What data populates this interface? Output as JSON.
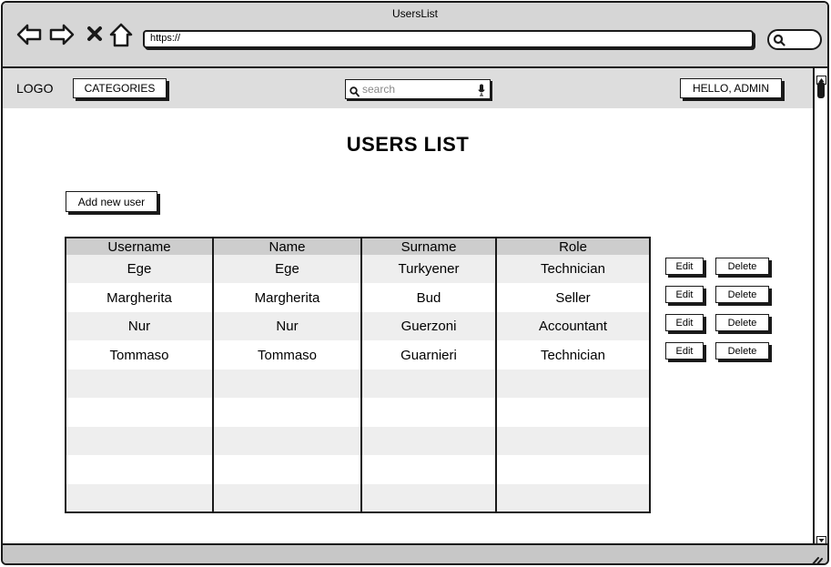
{
  "browser": {
    "window_title": "UsersList",
    "address_value": "https://",
    "icons": [
      "back-arrow-icon",
      "forward-arrow-icon",
      "close-icon",
      "home-icon",
      "search-icon"
    ]
  },
  "app_bar": {
    "logo": "LOGO",
    "categories_label": "CATEGORIES",
    "search_placeholder": "search",
    "user_greeting": "HELLO, ADMIN"
  },
  "main": {
    "title": "USERS LIST",
    "add_user_label": "Add new user",
    "table": {
      "headers": [
        "Username",
        "Name",
        "Surname",
        "Role"
      ],
      "rows": [
        {
          "username": "Ege",
          "name": "Ege",
          "surname": "Turkyener",
          "role": "Technician",
          "edit_label": "Edit",
          "delete_label": "Delete"
        },
        {
          "username": "Margherita",
          "name": "Margherita",
          "surname": "Bud",
          "role": "Seller",
          "edit_label": "Edit",
          "delete_label": "Delete"
        },
        {
          "username": "Nur",
          "name": "Nur",
          "surname": "Guerzoni",
          "role": "Accountant",
          "edit_label": "Edit",
          "delete_label": "Delete"
        },
        {
          "username": "Tommaso",
          "name": "Tommaso",
          "surname": "Guarnieri",
          "role": "Technician",
          "edit_label": "Edit",
          "delete_label": "Delete"
        }
      ],
      "empty_rows": 5
    }
  },
  "colors": {
    "titlebar": "#d6d6d6",
    "app_bar": "#dddddd",
    "header_row": "#cdcdcd",
    "stripe": "#eeeeee",
    "ink": "#1a1a1a"
  }
}
